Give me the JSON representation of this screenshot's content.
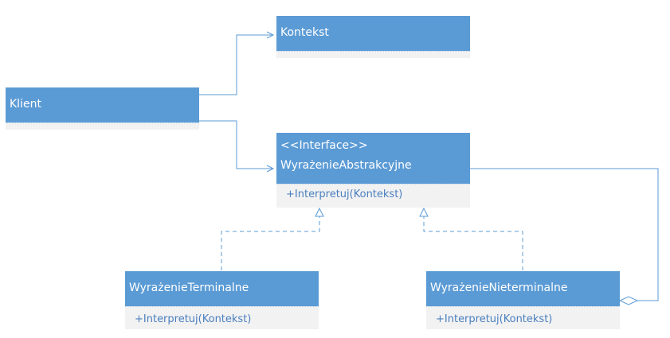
{
  "diagram": {
    "classes": {
      "kontekst": {
        "name": "Kontekst"
      },
      "klient": {
        "name": "Klient"
      },
      "abstract": {
        "stereotype": "<<Interface>>",
        "name": "WyrażenieAbstrakcyjne",
        "operation": "+Interpretuj(Kontekst)"
      },
      "terminal": {
        "name": "WyrażenieTerminalne",
        "operation": "+Interpretuj(Kontekst)"
      },
      "nonterminal": {
        "name": "WyrażenieNieterminalne",
        "operation": "+Interpretuj(Kontekst)"
      }
    }
  },
  "colors": {
    "header": "#5b9bd5",
    "body": "#f2f2f2",
    "connector": "#5b9bd5",
    "operation_text": "#4a7fbf"
  }
}
